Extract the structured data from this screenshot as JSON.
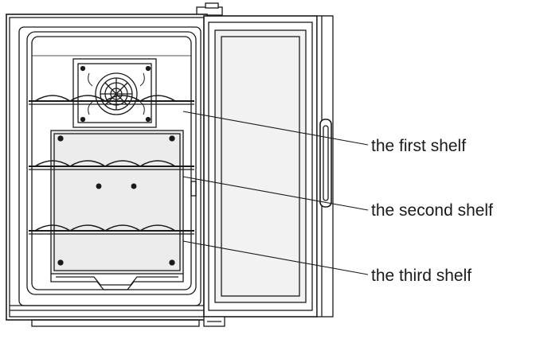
{
  "labels": {
    "first": "the first shelf",
    "second": "the second shelf",
    "third": "the third shelf"
  },
  "colors": {
    "stroke": "#1a1a1a",
    "panel": "#e9e9e9",
    "background": "#ffffff"
  }
}
